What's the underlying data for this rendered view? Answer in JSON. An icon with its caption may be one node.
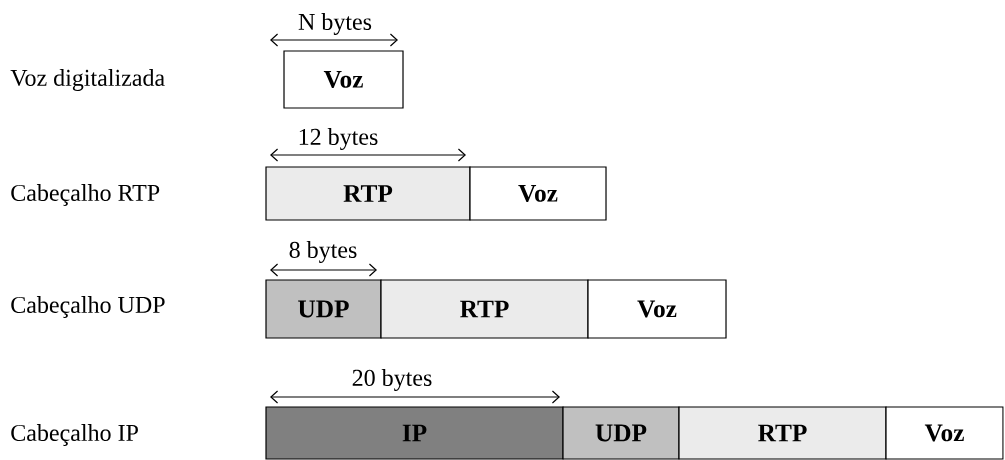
{
  "diagram": {
    "nodes": [
      {
        "text": [
          "Voz"
        ]
      },
      {
        "text": [
          "RTP"
        ]
      },
      {
        "text": [
          "Voz"
        ]
      },
      {
        "text": [
          "UDP"
        ]
      },
      {
        "text": [
          "RTP"
        ]
      },
      {
        "text": [
          "Voz"
        ]
      },
      {
        "text": [
          "IP"
        ]
      },
      {
        "text": [
          "UDP"
        ]
      },
      {
        "text": [
          "RTP"
        ]
      },
      {
        "text": [
          "Voz"
        ]
      }
    ],
    "edges": [],
    "labels": [
      "N bytes",
      "Voz digitalizada",
      "12 bytes",
      "Cabeçalho RTP",
      "8 bytes",
      "Cabeçalho UDP",
      "20 bytes",
      "Cabeçalho IP"
    ]
  }
}
